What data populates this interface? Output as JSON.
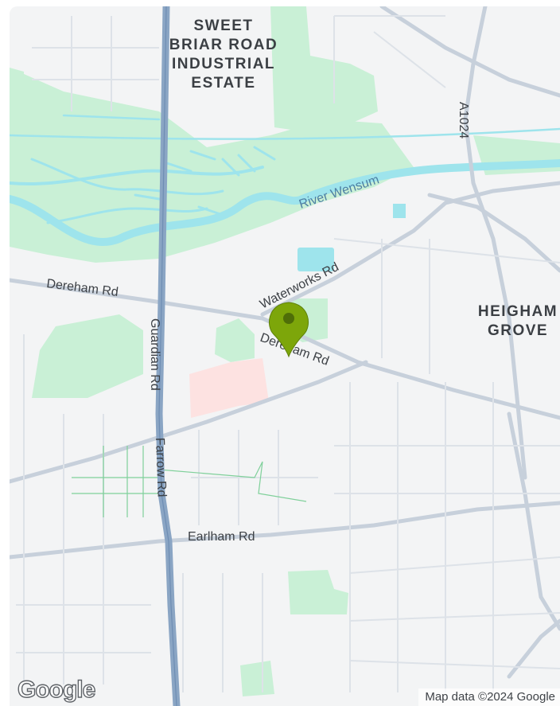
{
  "map": {
    "districts": {
      "sweet_briar": [
        "SWEET",
        "BRIAR ROAD",
        "INDUSTRIAL",
        "ESTATE"
      ],
      "heigham": [
        "HEIGHAM",
        "GROVE"
      ]
    },
    "roads": {
      "dereham_w": "Dereham Rd",
      "dereham_e": "Dereham Rd",
      "waterworks": "Waterworks Rd",
      "guardian": "Guardian Rd",
      "farrow": "Farrow Rd",
      "earlham": "Earlham Rd",
      "a1024": "A1024"
    },
    "water": {
      "river": "River Wensum"
    },
    "colors": {
      "background": "#f3f4f5",
      "park": "#c9f0d6",
      "water": "#9ee4ec",
      "main_road": "#7d9bbf",
      "secondary_road": "#c7d0db",
      "marker": "#7da60a"
    },
    "marker_icon": "map-pin-icon",
    "attribution": "Map data ©2024 Google",
    "logo": "Google"
  }
}
